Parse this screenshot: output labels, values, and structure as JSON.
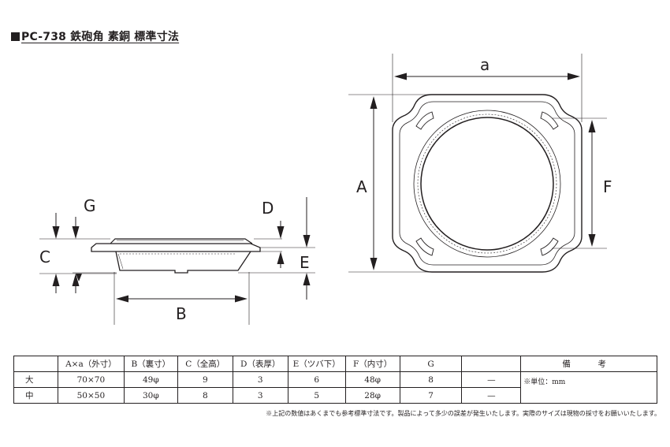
{
  "title": "PC-738 鉄砲角 素銅 標準寸法",
  "dimension_labels": {
    "a": "a",
    "A": "A",
    "F": "F",
    "G": "G",
    "D": "D",
    "C": "C",
    "E": "E",
    "B": "B"
  },
  "table": {
    "headers": [
      "",
      "A×a（外寸）",
      "B（裏寸）",
      "C（全高）",
      "D（表厚）",
      "E（ツバ下）",
      "F（内寸）",
      "G",
      "",
      "備　考"
    ],
    "rows": [
      {
        "size": "大",
        "Aa": "70×70",
        "B": "49φ",
        "C": "9",
        "D": "3",
        "E": "6",
        "F": "48φ",
        "G": "8",
        "extra": "—"
      },
      {
        "size": "中",
        "Aa": "50×50",
        "B": "30φ",
        "C": "8",
        "D": "3",
        "E": "5",
        "F": "28φ",
        "G": "7",
        "extra": "—"
      }
    ],
    "note": "※単位：mm"
  },
  "footnote": "※上記の数値はあくまでも参考標準寸法です。製品によって多少の誤差が発生いたします。実際のサイズは現物の採寸をお願いいたします。"
}
